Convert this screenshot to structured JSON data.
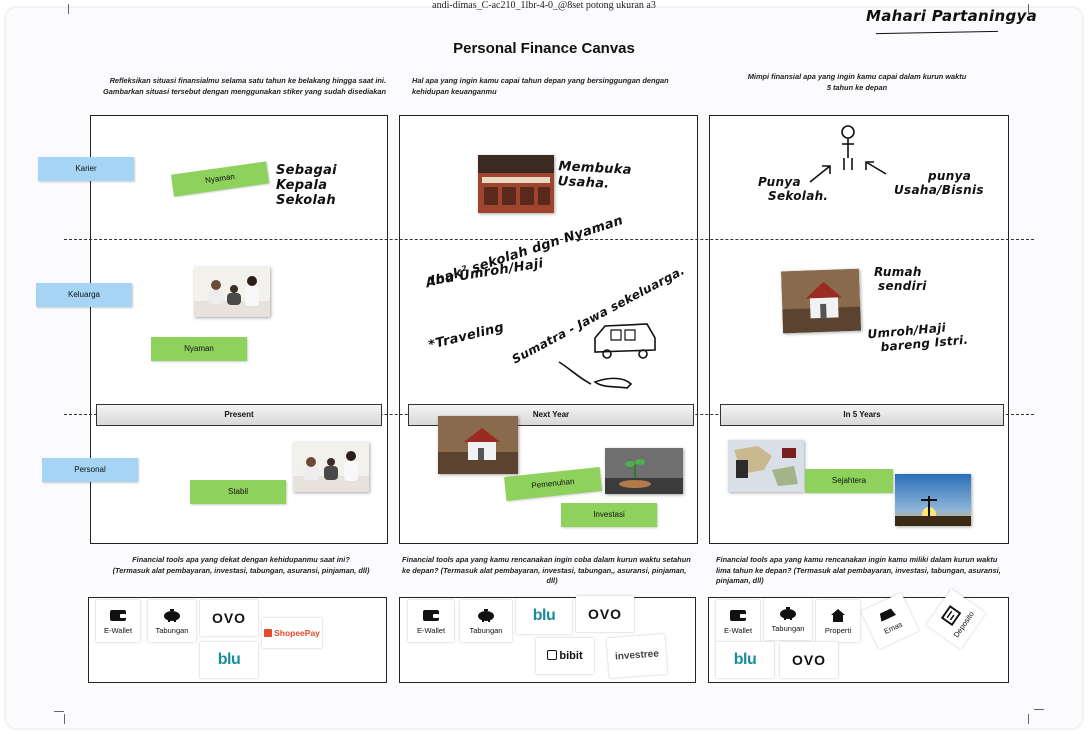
{
  "header": {
    "file_code": "andi-dimas_C-ac210_1lbr-4-0_@8set potong ukuran a3",
    "author_handwritten": "Mahari Partaningya",
    "title": "Personal Finance Canvas"
  },
  "columns": [
    {
      "prompt_line1": "Refleksikan situasi finansialmu selama satu tahun ke belakang hingga saat ini.",
      "prompt_line2": "Gambarkan situasi tersebut dengan menggunakan stiker yang sudah disediakan",
      "divider_label": "Present",
      "tools_prompt_line1": "Financial tools apa yang dekat dengan kehidupanmu saat ini?",
      "tools_prompt_line2": "(Termasuk alat pembayaran, investasi, tabungan, asuransi, pinjaman, dll)"
    },
    {
      "prompt_line1": "Hal apa yang ingin kamu capai tahun depan yang bersinggungan  dengan",
      "prompt_line2": "kehidupan keuanganmu",
      "divider_label": "Next Year",
      "tools_prompt_line1": "Financial tools apa yang kamu rencanakan ingin coba dalam kurun waktu setahun",
      "tools_prompt_line2": "ke depan? (Termasuk alat pembayaran, investasi, tabungan,, asuransi, pinjaman,",
      "tools_prompt_line3": "dll)"
    },
    {
      "prompt_line1": "Mimpi finansial apa yang ingin kamu capai dalam kurun waktu",
      "prompt_line2": "5 tahun ke depan",
      "divider_label": "In 5 Years",
      "tools_prompt_line1": "Financial tools apa yang kamu rencanakan ingin kamu miliki dalam kurun waktu",
      "tools_prompt_line2": "lima tahun ke depan? (Termasuk alat pembayaran, investasi, tabungan, asuransi,",
      "tools_prompt_line3": "pinjaman, dll)"
    }
  ],
  "row_labels": {
    "karier": "Karier",
    "keluarga": "Keluarga",
    "personal": "Personal"
  },
  "stickers": {
    "present_karier": "Nyaman",
    "present_keluarga": "Nyaman",
    "present_personal": "Stabil",
    "next_personal_1": "Pemenuhan",
    "next_personal_2": "Investasi",
    "five_personal": "Sejahtera"
  },
  "handwriting": {
    "present_karier": [
      "Sebagai",
      "Kepala",
      "Sekolah"
    ],
    "next_karier": [
      "Membuka",
      "Usaha."
    ],
    "next_keluarga": [
      "Ibu Umroh/Haji",
      "Anak² sekolah dgn Nyaman",
      "*Traveling",
      "Sumatra - Jawa sekeluarga."
    ],
    "five_karier_left": [
      "Punya",
      "Sekolah."
    ],
    "five_karier_right": [
      "punya",
      "Usaha/Bisnis"
    ],
    "five_keluarga": [
      "Rumah",
      "sendiri",
      "Umroh/Haji",
      "bareng Istri."
    ]
  },
  "tools": {
    "ewallet": "E-Wallet",
    "tabungan": "Tabungan",
    "properti": "Properti",
    "emas": "Emas",
    "deposito": "Deposito",
    "ovo": "OVO",
    "blu": "blu",
    "shopeepay": "ShopeePay",
    "bibit": "bibit",
    "investree": "investree"
  }
}
